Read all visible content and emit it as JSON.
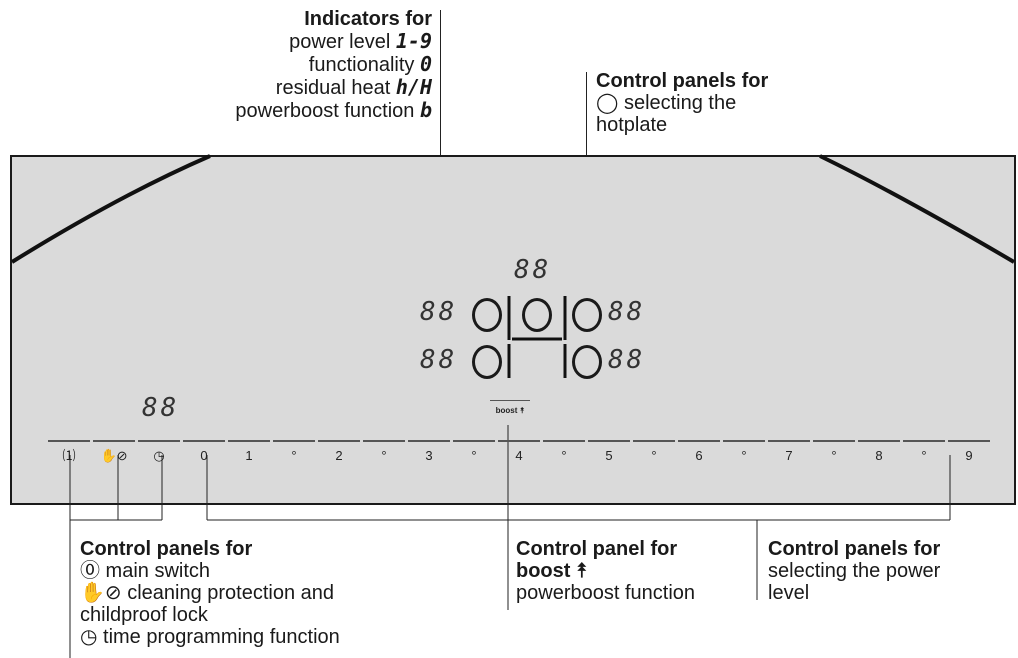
{
  "indicators_callout": {
    "title": "Indicators for",
    "line1_text": "power level ",
    "line1_code": "1-9",
    "line2_text": "functionality ",
    "line2_code": "0",
    "line3_text": "residual heat ",
    "line3_code": "h/H",
    "line4_text": "powerboost function ",
    "line4_code": "b"
  },
  "hotplate_callout": {
    "title": "Control panels for",
    "line1": "◯ selecting the",
    "line2": "hotplate"
  },
  "displays": {
    "top_center": "88",
    "row1_left": "88",
    "row1_right": "88",
    "row2_left": "88",
    "row2_right": "88",
    "timer": "88"
  },
  "boost_key": "boost ⯭",
  "keys": [
    "⑴",
    "✋⊘",
    "◷",
    "0",
    "1",
    "°",
    "2",
    "°",
    "3",
    "°",
    "4",
    "°",
    "5",
    "°",
    "6",
    "°",
    "7",
    "°",
    "8",
    "°",
    "9"
  ],
  "main_callout": {
    "title": "Control panels for",
    "line1": "⓪ main switch",
    "line2": "✋⊘ cleaning protection and",
    "line3": "childproof lock",
    "line4": "◷ time programming function"
  },
  "boost_callout": {
    "title1": "Control panel for",
    "title2": "boost ⯭",
    "line1": "powerboost function"
  },
  "power_callout": {
    "title": "Control panels for",
    "line1": "selecting the power",
    "line2": "level"
  }
}
